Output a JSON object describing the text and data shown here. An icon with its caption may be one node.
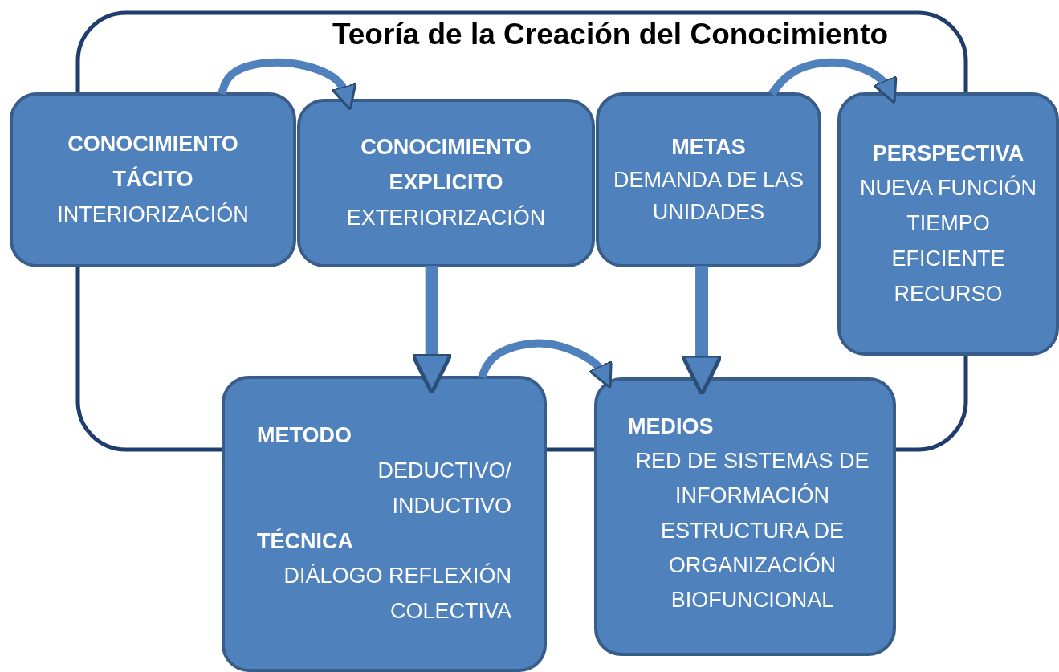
{
  "diagram": {
    "title": "Teoría de la Creación del Conocimiento",
    "nodes": [
      {
        "text": [
          "CONOCIMIENTO TÁCITO",
          "INTERIORIZACIÓN"
        ]
      },
      {
        "text": [
          "CONOCIMIENTO EXPLICITO",
          "EXTERIORIZACIÓN"
        ]
      },
      {
        "text": [
          "METAS",
          "DEMANDA DE LAS UNIDADES"
        ]
      },
      {
        "text": [
          "PERSPECTIVA",
          "NUEVA FUNCIÓN TIEMPO EFICIENTE RECURSO"
        ]
      },
      {
        "text": [
          "METODO",
          "DEDUCTIVO/ INDUCTIVO",
          "TÉCNICA",
          "DIÁLOGO REFLEXIÓN COLECTIVA"
        ]
      },
      {
        "text": [
          "MEDIOS",
          "RED DE SISTEMAS DE INFORMACIÓN ESTRUCTURA DE ORGANIZACIÓN BIOFUNCIONAL"
        ]
      }
    ],
    "edges": [
      {
        "from": 0,
        "to": 1,
        "arrow": "to"
      },
      {
        "from": 2,
        "to": 3,
        "arrow": "to"
      },
      {
        "from": 1,
        "to": 4,
        "arrow": "to"
      },
      {
        "from": 2,
        "to": 5,
        "arrow": "to"
      },
      {
        "from": 4,
        "to": 5,
        "arrow": "to"
      }
    ]
  }
}
